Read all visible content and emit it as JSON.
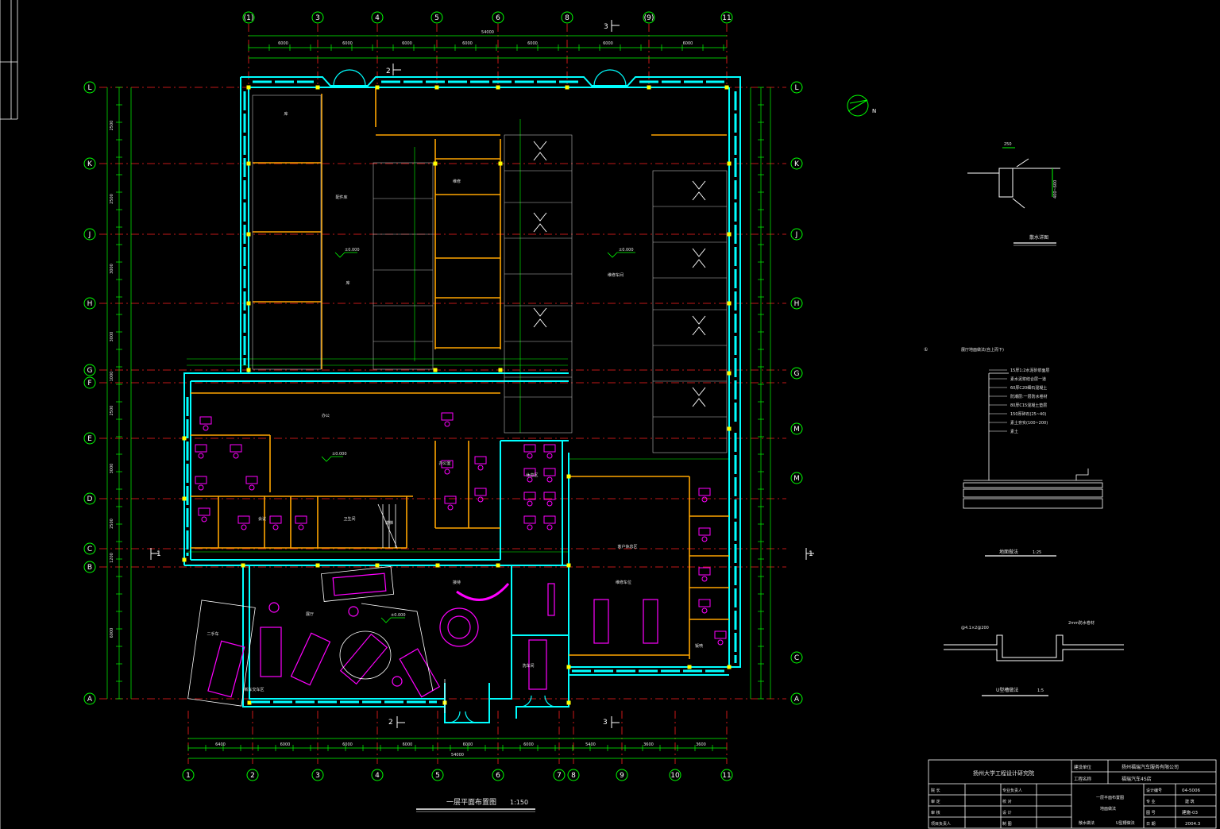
{
  "drawing": {
    "title": "一层平面布置图",
    "scale": "1:150",
    "north_label": "N",
    "top_axes": [
      "(1)",
      "3",
      "4",
      "5",
      "6",
      "8",
      "(9)",
      "11"
    ],
    "bottom_axes": [
      "1",
      "2",
      "3",
      "4",
      "5",
      "6",
      "7",
      "8",
      "9",
      "10",
      "11"
    ],
    "left_axes": [
      "L",
      "K",
      "J",
      "H",
      "G",
      "F",
      "E",
      "D",
      "C",
      "B",
      "A"
    ],
    "right_axes": [
      "L",
      "K",
      "J",
      "H",
      "G",
      "M",
      "M",
      "C",
      "A"
    ],
    "top_total": "54000",
    "bottom_total": "54000",
    "bottom_dims": [
      "6400",
      "6000",
      "6000",
      "6000",
      "6000",
      "6000",
      "5400",
      "3600",
      "3600"
    ],
    "top_dims": [
      "6000",
      "6000",
      "6000",
      "6000",
      "6000",
      "6000",
      "6000",
      "6000"
    ],
    "left_dims": [
      "2500",
      "2500",
      "3000",
      "3000",
      "1000",
      "2500",
      "3000",
      "2500",
      "1200",
      "6000"
    ],
    "section_marks": [
      "2",
      "3",
      "2",
      "3",
      "1",
      "1"
    ],
    "elevations": [
      "±0.000",
      "±0.000",
      "±0.000",
      "±0.000"
    ],
    "room_labels": [
      "库",
      "配件库",
      "库",
      "维修",
      "维修车间",
      "办公",
      "展厅",
      "洗车间",
      "休息区",
      "接待",
      "办公室",
      "会议",
      "卫生间",
      "楼梯",
      "新车交车区",
      "二手车",
      "客户休息区",
      "维修车位",
      "钣喷"
    ]
  },
  "details": {
    "detail1_dim_w": "250",
    "detail1_dim_h": "400~600",
    "detail1_label": "散水详图",
    "detail2_marker": "①",
    "detail2_heading": "展厅地面做法(自上而下)",
    "detail2_layers": [
      "15厚1:2水泥砂浆面层",
      "素水泥浆结合层一道",
      "60厚C20细石混凝土",
      "防潮层:一层防水卷材",
      "80厚C15混凝土垫层",
      "150厚碎石(25~40)",
      "素土夯实(100~200)",
      "素土"
    ],
    "detail2_label": "地面做法",
    "detail2_scale": "1:25",
    "detail3_left": "@4.1×2@200",
    "detail3_right": "2mm防水卷材",
    "detail3_label": "U型槽做法",
    "detail3_scale": "1:5"
  },
  "title_block": {
    "institute": "扬州大学工程设计研究院",
    "client_label": "建设单位",
    "client": "扬州福瑞汽车服务有限公司",
    "project_label": "工程名称",
    "project": "福瑞汽车4S店",
    "rows": [
      {
        "label": "院 长",
        "value": "专业负责人"
      },
      {
        "label": "审 定",
        "value": "校 对"
      },
      {
        "label": "审 核",
        "value": "设 计"
      },
      {
        "label": "项目负责人",
        "value": "制 图"
      }
    ],
    "sheet_title_1": "一层平面布置图",
    "sheet_title_2": "地面做法",
    "sheet_title_3": "U型槽做法",
    "sheet_title_4": "散水做法",
    "number_label": "设计编号",
    "number": "04-5006",
    "discipline_label": "专 业",
    "discipline": "建 筑",
    "sheet_label": "图 号",
    "sheet": "建施-03",
    "date_label": "日 期",
    "date": "2004.3"
  },
  "colors": {
    "background": "#000000",
    "wall": "#00ffff",
    "axis": "#ff0000",
    "dimension": "#00ff00",
    "furniture": "#ff00ff",
    "column": "#ffff00",
    "window": "#ffa500",
    "text": "#ffffff"
  }
}
